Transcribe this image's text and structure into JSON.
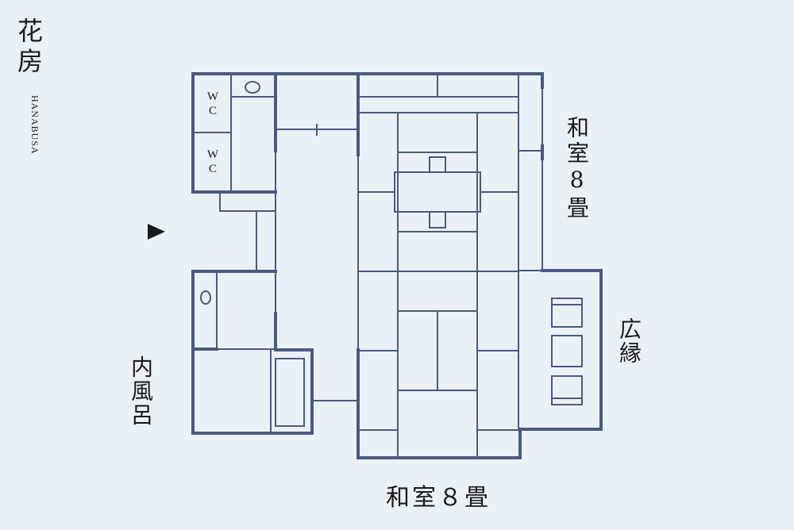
{
  "property": {
    "name": "花房",
    "romanized": "HANABUSA"
  },
  "rooms": {
    "washitsu_right": "和室8畳",
    "washitsu_bottom": "和室８畳",
    "hiroen": "広縁",
    "uchiburo": "内風呂",
    "wc_1": "WC",
    "wc_2": "WC"
  },
  "colors": {
    "background": "#eaf1f6",
    "wall": "#4a5a80",
    "text": "#1a1a1a"
  }
}
